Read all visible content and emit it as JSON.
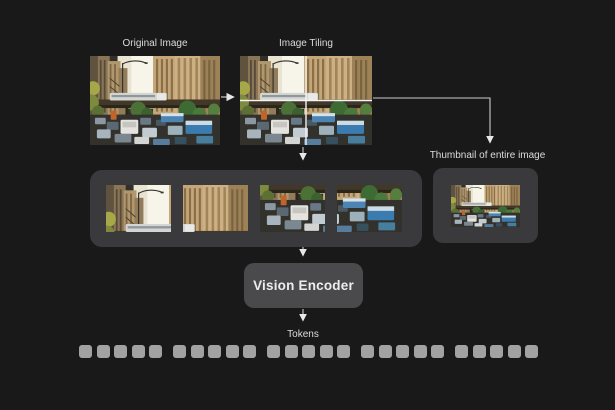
{
  "labels": {
    "original_image": "Original Image",
    "image_tiling": "Image Tiling",
    "thumbnail": "Thumbnail of entire image",
    "vision_encoder": "Vision Encoder",
    "tokens": "Tokens"
  },
  "tiles": {
    "count": 4,
    "layout": "2x2 quadrants of original image"
  },
  "tokens": {
    "groups": 5,
    "per_group": 5
  },
  "colors": {
    "background": "#19191a",
    "container": "#3a3a3c",
    "encoder_box": "#4a4a4c",
    "token": "#a2a2a2",
    "arrow": "#cccccc",
    "arrow_head": "#e8e8e8",
    "label_text": "#dcdcdc",
    "tile_divider": "#f4f4f4"
  }
}
